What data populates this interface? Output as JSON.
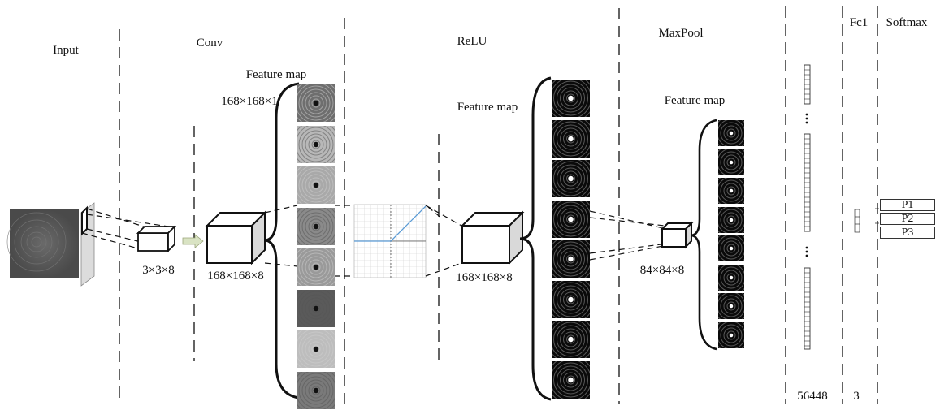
{
  "stages": {
    "input": "Input",
    "conv": "Conv",
    "relu": "ReLU",
    "maxpool": "MaxPool",
    "fc1": "Fc1",
    "softmax": "Softmax"
  },
  "feature_map_label": "Feature map",
  "dims": {
    "fm_top": "168×168×1",
    "kernel": "3×3×8",
    "conv_out": "168×168×8",
    "relu_out": "168×168×8",
    "pool_out": "84×84×8",
    "flatten": "56448",
    "fc1": "3"
  },
  "outputs": [
    "P1",
    "P2",
    "P3"
  ],
  "colors": {
    "line": "#111111",
    "relu_curve": "#5b9bd5",
    "arrow_fill": "#d9e3c3",
    "cube_side": "#d9d9d9"
  }
}
